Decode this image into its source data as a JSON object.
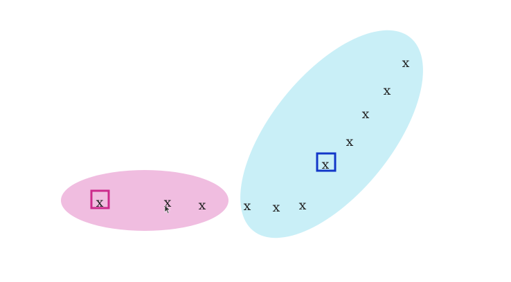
{
  "diagram": {
    "point_glyph": "x",
    "clusters": [
      {
        "id": "pink",
        "fill": "#f0bde0",
        "marker_color": "#cc2a8c",
        "points": 3,
        "centroid_index": 0
      },
      {
        "id": "cyan",
        "fill": "#c9eff7",
        "marker_color": "#1237c8",
        "points": 8,
        "centroid_index": 7
      }
    ],
    "cursor": {
      "shape": "arrow",
      "color": "#333333"
    }
  }
}
